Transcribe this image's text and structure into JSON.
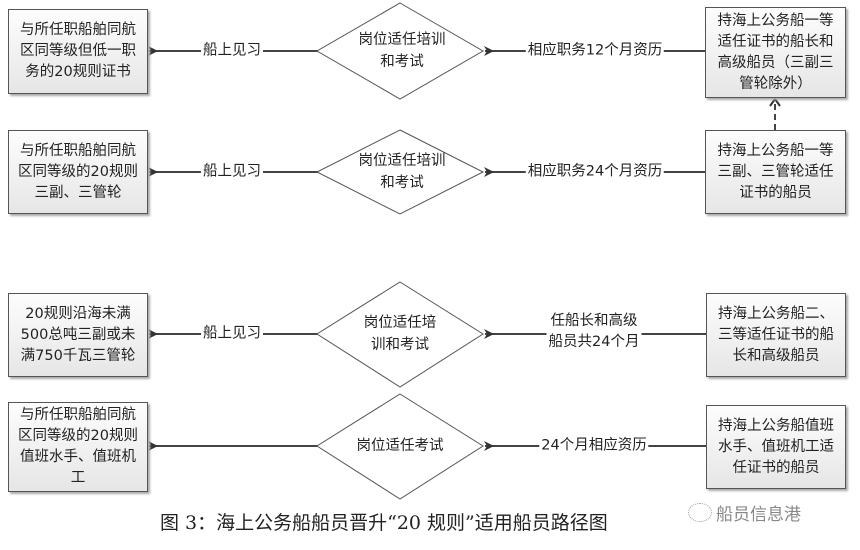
{
  "rows": [
    {
      "source": "持海上公务船一等\n适任证书的船长和\n高级船员（三副三\n管轮除外）",
      "requirement": "相应职务12个月资历",
      "step": "岗位适任培训\n和考试",
      "practice": "船上见习",
      "target": "与所任职船舶同航\n区同等级但低一职\n务的20规则证书"
    },
    {
      "source": "持海上公务船一等\n三副、三管轮适任\n证书的船员",
      "requirement": "相应职务24个月资历",
      "step": "岗位适任培训\n和考试",
      "practice": "船上见习",
      "target": "与所任职船舶同航\n区同等级的20规则\n三副、三管轮"
    },
    {
      "source": "持海上公务船二、\n三等适任证书的船\n长和高级船员",
      "requirement": "任船长和高级\n船员共24个月",
      "step": "岗位适任培\n训和考试",
      "practice": "船上见习",
      "target": "20规则沿海未满\n500总吨三副或未\n满750千瓦三管轮"
    },
    {
      "source": "持海上公务船值班\n水手、值班机工适\n任证书的船员",
      "requirement": "24个月相应资历",
      "step": "岗位适任考试",
      "target": "与所任职船舶同航\n区同等级的20规则\n值班水手、值班机\n工"
    }
  ],
  "caption": "图 3：海上公务船船员晋升“20 规则”适用船员路径图",
  "watermark": "船员信息港"
}
